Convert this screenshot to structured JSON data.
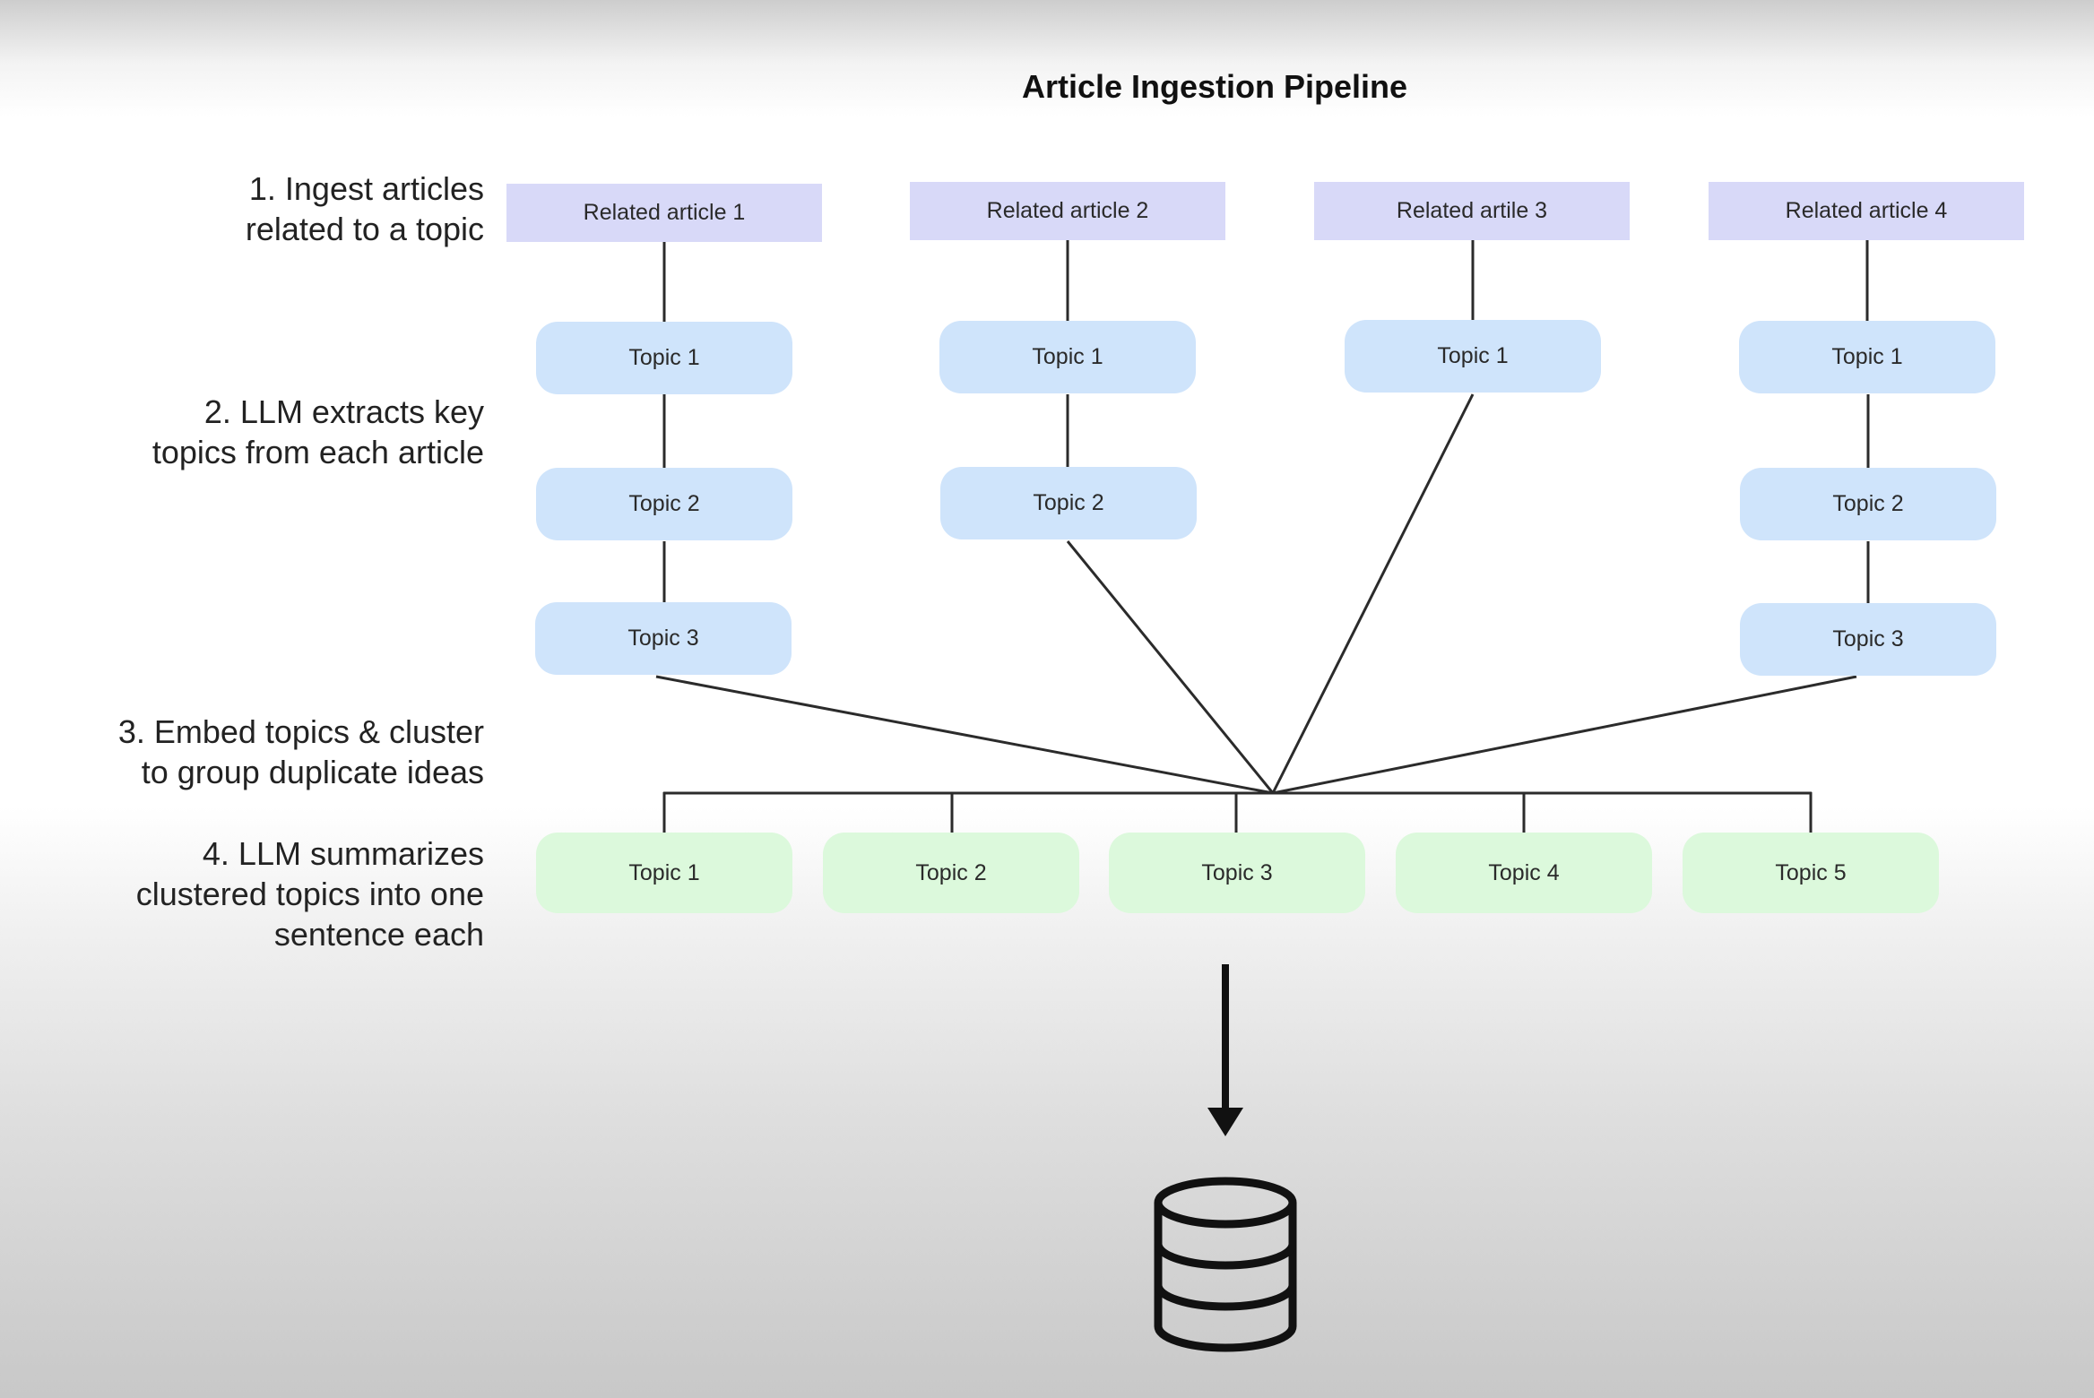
{
  "title": "Article Ingestion Pipeline",
  "steps": [
    "1. Ingest articles\nrelated to a topic",
    "2. LLM extracts key\ntopics from each article",
    "3. Embed topics & cluster\nto group duplicate ideas",
    "4. LLM summarizes\nclustered topics into one\nsentence each"
  ],
  "articles": [
    {
      "label": "Related article 1",
      "topics": [
        "Topic 1",
        "Topic 2",
        "Topic 3"
      ]
    },
    {
      "label": "Related article 2",
      "topics": [
        "Topic 1",
        "Topic 2"
      ]
    },
    {
      "label": "Related artile 3",
      "topics": [
        "Topic 1"
      ]
    },
    {
      "label": "Related article 4",
      "topics": [
        "Topic 1",
        "Topic 2",
        "Topic 3"
      ]
    }
  ],
  "clusters": [
    "Topic 1",
    "Topic 2",
    "Topic 3",
    "Topic 4",
    "Topic 5"
  ],
  "icons": {
    "arrow": "arrow-down-icon",
    "database": "database-icon"
  },
  "colors": {
    "article_fill": "#d8d9f8",
    "topic_fill": "#cfe4fb",
    "cluster_fill": "#dcf9dc",
    "line": "#2b2b2b"
  }
}
